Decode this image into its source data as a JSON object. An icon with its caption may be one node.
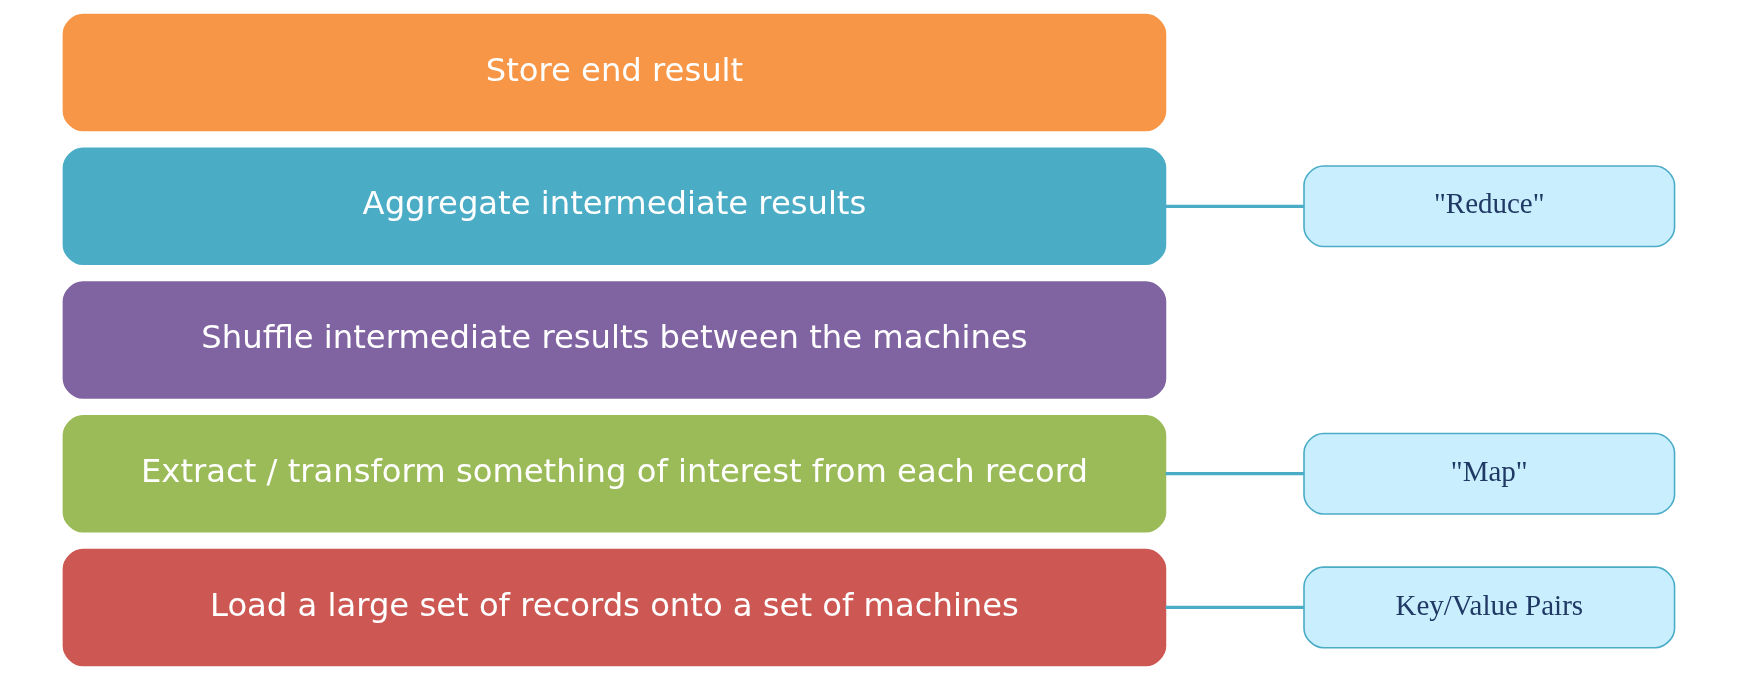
{
  "diagram": {
    "nodes": [
      {
        "text": [
          "Load a large set of records onto a set of machines"
        ]
      },
      {
        "text": [
          "Extract / transform something of interest from each record"
        ]
      },
      {
        "text": [
          "Shuffle intermediate results between the machines"
        ]
      },
      {
        "text": [
          "Aggregate intermediate results"
        ]
      },
      {
        "text": [
          "Store end result"
        ]
      },
      {
        "text": [
          "Key/Value Pairs"
        ]
      },
      {
        "text": [
          "\"Map\""
        ]
      },
      {
        "text": [
          "\"Reduce\""
        ]
      }
    ],
    "edges": [
      {
        "from": 5,
        "to": 0,
        "arrow": "none"
      },
      {
        "from": 6,
        "to": 1,
        "arrow": "none"
      },
      {
        "from": 7,
        "to": 3,
        "arrow": "none"
      }
    ]
  }
}
